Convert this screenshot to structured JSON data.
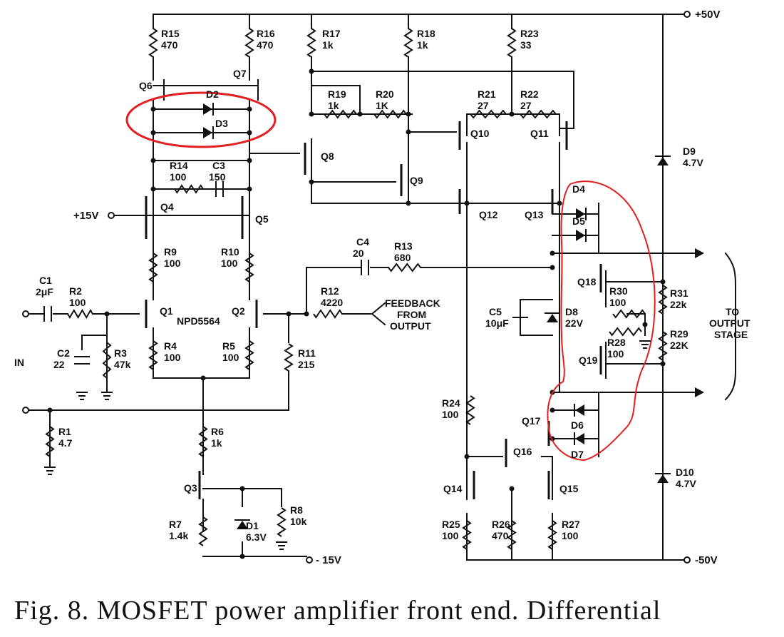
{
  "rails": {
    "pos": "+50V",
    "neg": "-50V",
    "p15": "+15V",
    "n15": "- 15V"
  },
  "labels": {
    "in": "IN",
    "feedback": [
      "FEEDBACK",
      "FROM",
      "OUTPUT"
    ],
    "output_stage": [
      "TO",
      "OUTPUT",
      "STAGE"
    ],
    "npd": "NPD5564"
  },
  "resistors": [
    {
      "ref": "R15",
      "value": "470"
    },
    {
      "ref": "R16",
      "value": "470"
    },
    {
      "ref": "R17",
      "value": "1k"
    },
    {
      "ref": "R18",
      "value": "1k"
    },
    {
      "ref": "R23",
      "value": "33"
    },
    {
      "ref": "R19",
      "value": "1k"
    },
    {
      "ref": "R20",
      "value": "1K"
    },
    {
      "ref": "R21",
      "value": "27"
    },
    {
      "ref": "R22",
      "value": "27"
    },
    {
      "ref": "R14",
      "value": "100"
    },
    {
      "ref": "R9",
      "value": "100"
    },
    {
      "ref": "R10",
      "value": "100"
    },
    {
      "ref": "R2",
      "value": "100"
    },
    {
      "ref": "R3",
      "value": "47k"
    },
    {
      "ref": "R4",
      "value": "100"
    },
    {
      "ref": "R5",
      "value": "100"
    },
    {
      "ref": "R11",
      "value": "215"
    },
    {
      "ref": "R12",
      "value": "4220"
    },
    {
      "ref": "R13",
      "value": "680"
    },
    {
      "ref": "R1",
      "value": "4.7"
    },
    {
      "ref": "R6",
      "value": "1k"
    },
    {
      "ref": "R7",
      "value": "1.4k"
    },
    {
      "ref": "R8",
      "value": "10k"
    },
    {
      "ref": "R24",
      "value": "100"
    },
    {
      "ref": "R25",
      "value": "100"
    },
    {
      "ref": "R26",
      "value": "470"
    },
    {
      "ref": "R27",
      "value": "100"
    },
    {
      "ref": "R30",
      "value": "100"
    },
    {
      "ref": "R28",
      "value": "100"
    },
    {
      "ref": "R31",
      "value": "22k"
    },
    {
      "ref": "R29",
      "value": "22K"
    }
  ],
  "capacitors": [
    {
      "ref": "C1",
      "value": "2μF"
    },
    {
      "ref": "C2",
      "value": "22"
    },
    {
      "ref": "C3",
      "value": "150"
    },
    {
      "ref": "C4",
      "value": "20"
    },
    {
      "ref": "C5",
      "value": "10μF"
    }
  ],
  "diodes": [
    {
      "ref": "D1",
      "value": "6.3V"
    },
    {
      "ref": "D2",
      "value": ""
    },
    {
      "ref": "D3",
      "value": ""
    },
    {
      "ref": "D4",
      "value": ""
    },
    {
      "ref": "D5",
      "value": ""
    },
    {
      "ref": "D6",
      "value": ""
    },
    {
      "ref": "D7",
      "value": ""
    },
    {
      "ref": "D8",
      "value": "22V"
    },
    {
      "ref": "D9",
      "value": "4.7V"
    },
    {
      "ref": "D10",
      "value": "4.7V"
    }
  ],
  "transistors": [
    "Q1",
    "Q2",
    "Q3",
    "Q4",
    "Q5",
    "Q6",
    "Q7",
    "Q8",
    "Q9",
    "Q10",
    "Q11",
    "Q12",
    "Q13",
    "Q14",
    "Q15",
    "Q16",
    "Q17",
    "Q18",
    "Q19"
  ],
  "caption": "Fig. 8.  MOSFET power amplifier front end. Differential",
  "highlight_color": "#e02020"
}
